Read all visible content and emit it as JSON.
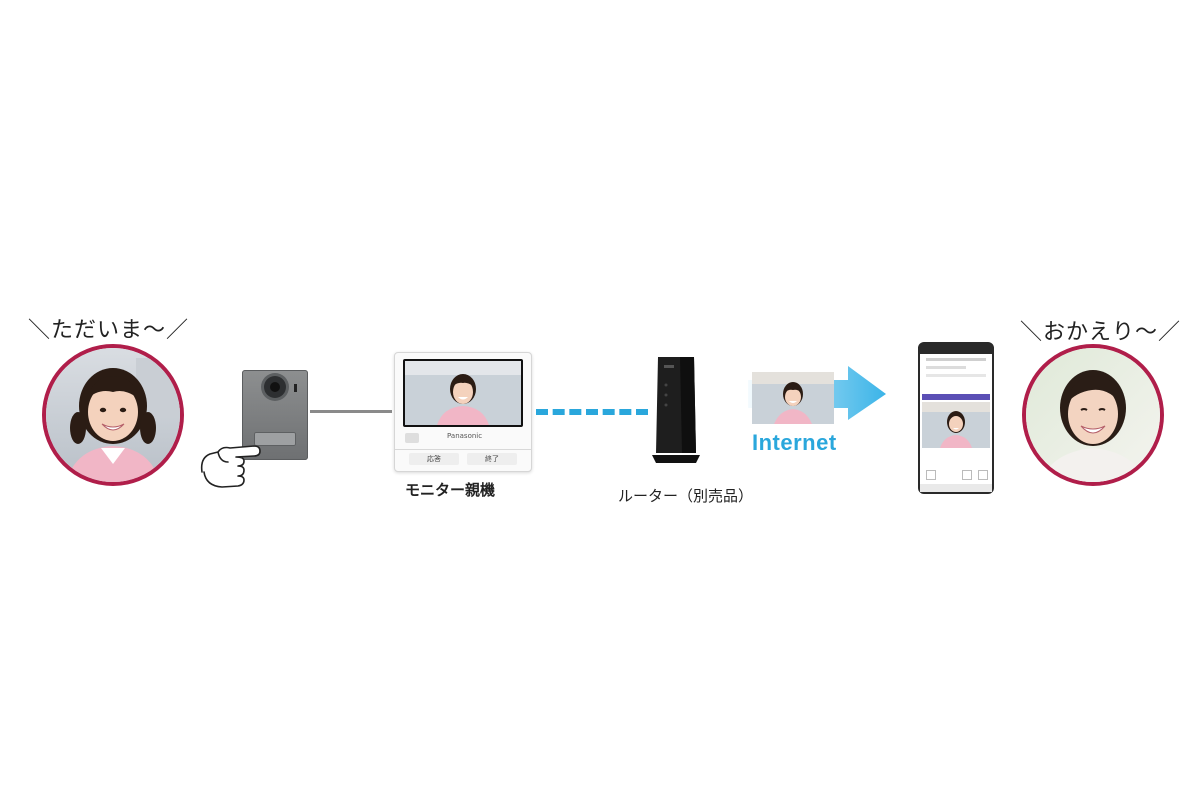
{
  "speech_left": "＼ただいま～／",
  "speech_right": "＼おかえり～／",
  "monitor": {
    "label": "モニター親機",
    "brand": "Panasonic",
    "button_left": "応答",
    "button_right": "終了"
  },
  "router": {
    "label": "ルーター（別売品）"
  },
  "internet": {
    "label": "Internet"
  },
  "colors": {
    "portrait_ring": "#b01e4a",
    "connection_line": "#8a8a8a",
    "dashed_link": "#2aa7dc",
    "arrow": "#3bb4e8"
  }
}
